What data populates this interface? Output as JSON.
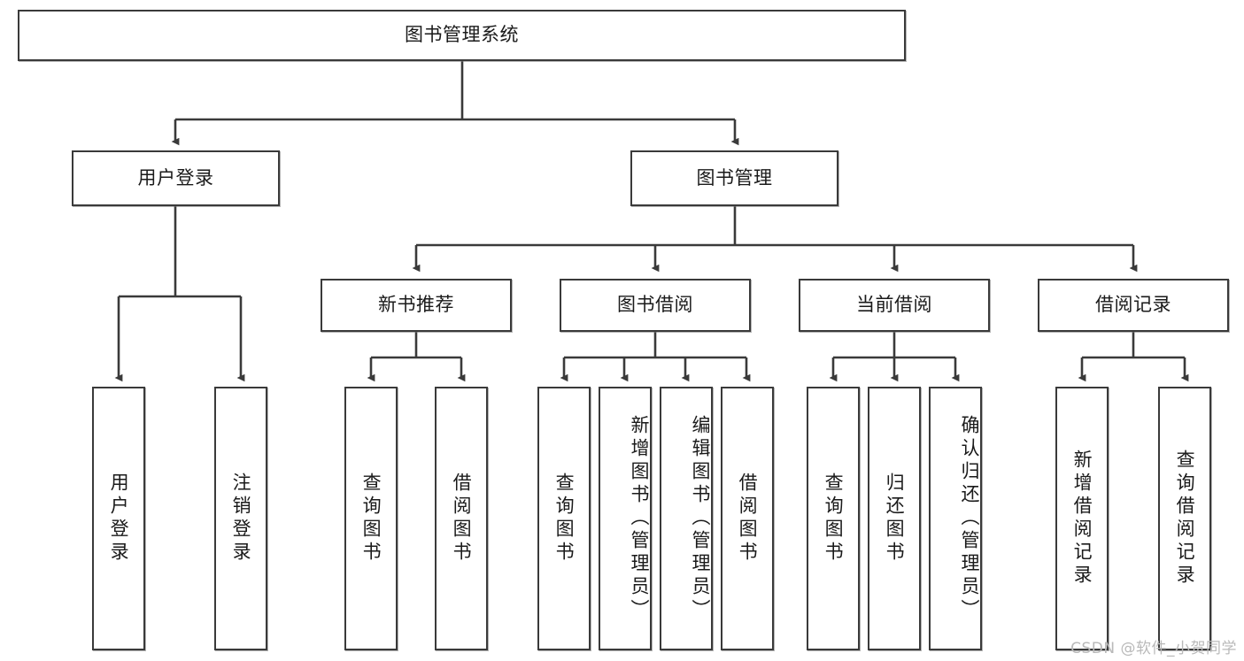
{
  "diagram": {
    "type": "tree",
    "title": "图书管理系统",
    "root": {
      "id": "root",
      "label": "图书管理系统"
    },
    "level2": [
      {
        "id": "user-login",
        "label": "用户登录"
      },
      {
        "id": "book-manage",
        "label": "图书管理"
      }
    ],
    "level3": [
      {
        "id": "new-book-recommend",
        "label": "新书推荐",
        "parent": "book-manage"
      },
      {
        "id": "book-borrow",
        "label": "图书借阅",
        "parent": "book-manage"
      },
      {
        "id": "current-borrow",
        "label": "当前借阅",
        "parent": "book-manage"
      },
      {
        "id": "borrow-record",
        "label": "借阅记录",
        "parent": "book-manage"
      }
    ],
    "leaves": [
      {
        "id": "leaf-user-login",
        "label": "用户登录",
        "parent": "user-login"
      },
      {
        "id": "leaf-logout",
        "label": "注销登录",
        "parent": "user-login"
      },
      {
        "id": "leaf-query-book-1",
        "label": "查询图书",
        "parent": "new-book-recommend"
      },
      {
        "id": "leaf-borrow-book-1",
        "label": "借阅图书",
        "parent": "new-book-recommend"
      },
      {
        "id": "leaf-query-book-2",
        "label": "查询图书",
        "parent": "book-borrow"
      },
      {
        "id": "leaf-add-book",
        "label": "新增图书（管理员）",
        "parent": "book-borrow"
      },
      {
        "id": "leaf-edit-book",
        "label": "编辑图书（管理员）",
        "parent": "book-borrow"
      },
      {
        "id": "leaf-borrow-book-2",
        "label": "借阅图书",
        "parent": "book-borrow"
      },
      {
        "id": "leaf-query-book-3",
        "label": "查询图书",
        "parent": "current-borrow"
      },
      {
        "id": "leaf-return-book",
        "label": "归还图书",
        "parent": "current-borrow"
      },
      {
        "id": "leaf-confirm-return",
        "label": "确认归还（管理员）",
        "parent": "current-borrow"
      },
      {
        "id": "leaf-add-record",
        "label": "新增借阅记录",
        "parent": "borrow-record"
      },
      {
        "id": "leaf-query-record",
        "label": "查询借阅记录",
        "parent": "borrow-record"
      }
    ],
    "colors": {
      "stroke": "#3a3a3a",
      "fill": "#ffffff",
      "text": "#1a1a1a",
      "watermark": "#b9b9b9"
    }
  },
  "watermark": {
    "text": "CSDN @软件_小贺同学"
  }
}
